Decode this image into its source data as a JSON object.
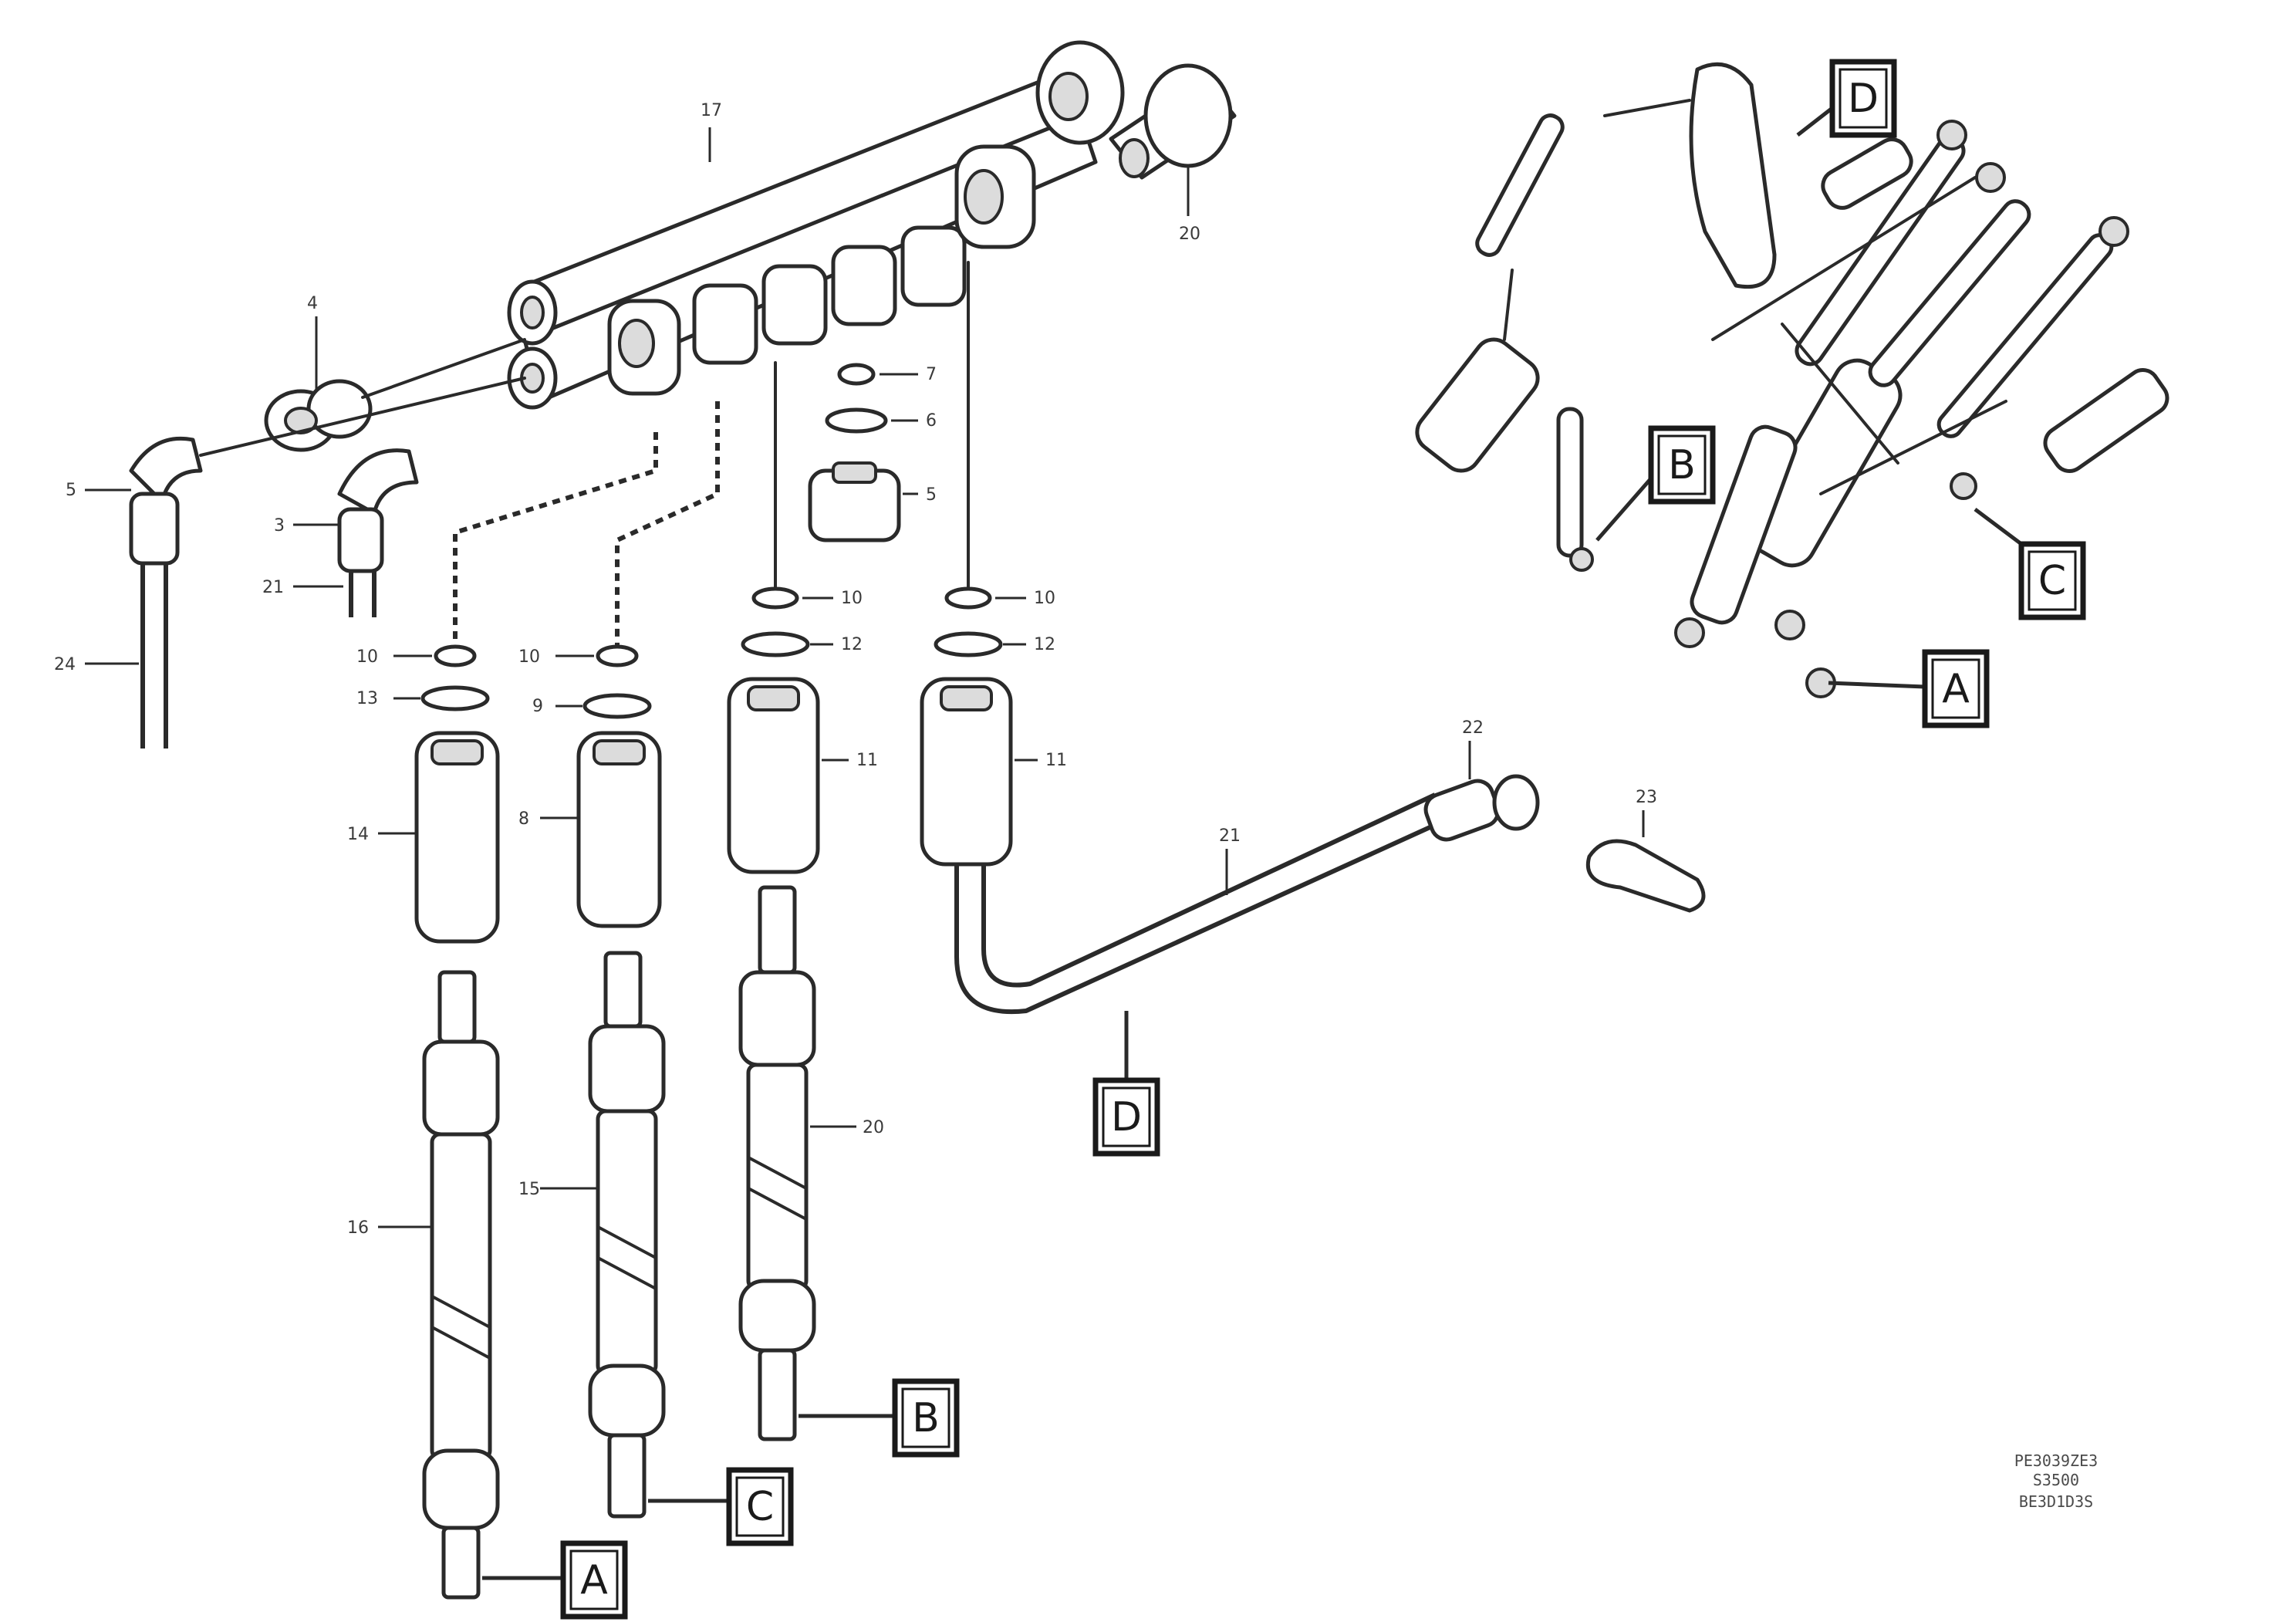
{
  "callouts": {
    "rail_top": "17",
    "rail_plug": "20",
    "fitting_left_a": "4",
    "fitting_left_b": "3",
    "elbow_a": "5",
    "elbow_b": "3",
    "pipe_upper": "21",
    "pipe_lower": "24",
    "washer_a": "7",
    "washer_b": "6",
    "nut_small": "5",
    "seal_1a": "10",
    "seal_1b": "13",
    "sleeve_1": "14",
    "seal_2a": "10",
    "seal_2b": "9",
    "sleeve_2": "8",
    "seal_3a": "10",
    "seal_3b": "12",
    "sleeve_3": "11",
    "seal_4a": "10",
    "seal_4b": "12",
    "sleeve_4": "11",
    "injector_1": "16",
    "injector_2": "15",
    "injector_3": "20",
    "return_pipe": "21",
    "return_tee": "22",
    "return_clip": "23"
  },
  "references": {
    "A": "A",
    "B": "B",
    "C": "C",
    "D": "D"
  },
  "drawing_code": {
    "line1": "PE3039ZE3",
    "line2": "S3500",
    "line3": "BE3D1D3S"
  }
}
